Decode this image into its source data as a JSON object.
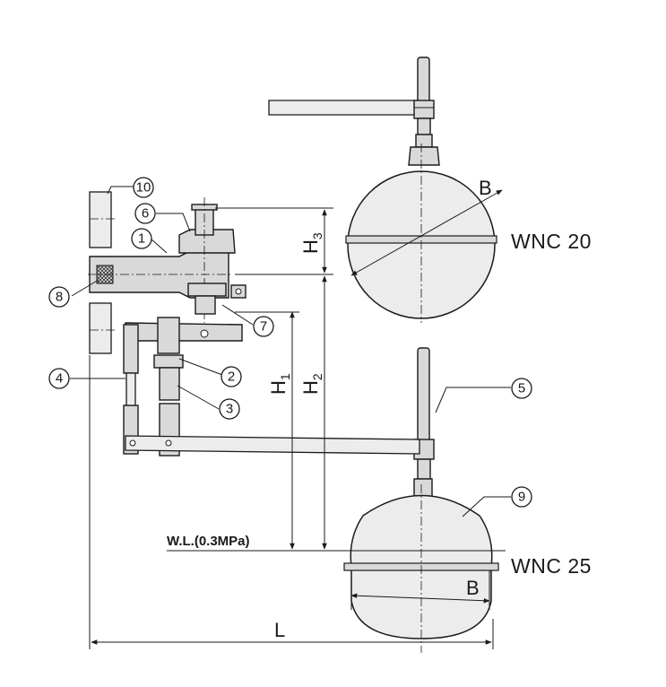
{
  "diagram": {
    "models": {
      "upper": "WNC 20",
      "lower": "WNC 25"
    },
    "dimensions": {
      "B_upper": "B",
      "B_lower": "B",
      "H1": "H1",
      "H2": "H2",
      "H3": "H3",
      "L": "L"
    },
    "water_level": "W.L.(0.3MPa)",
    "callouts": [
      "1",
      "2",
      "3",
      "4",
      "5",
      "6",
      "7",
      "8",
      "9",
      "10"
    ]
  }
}
